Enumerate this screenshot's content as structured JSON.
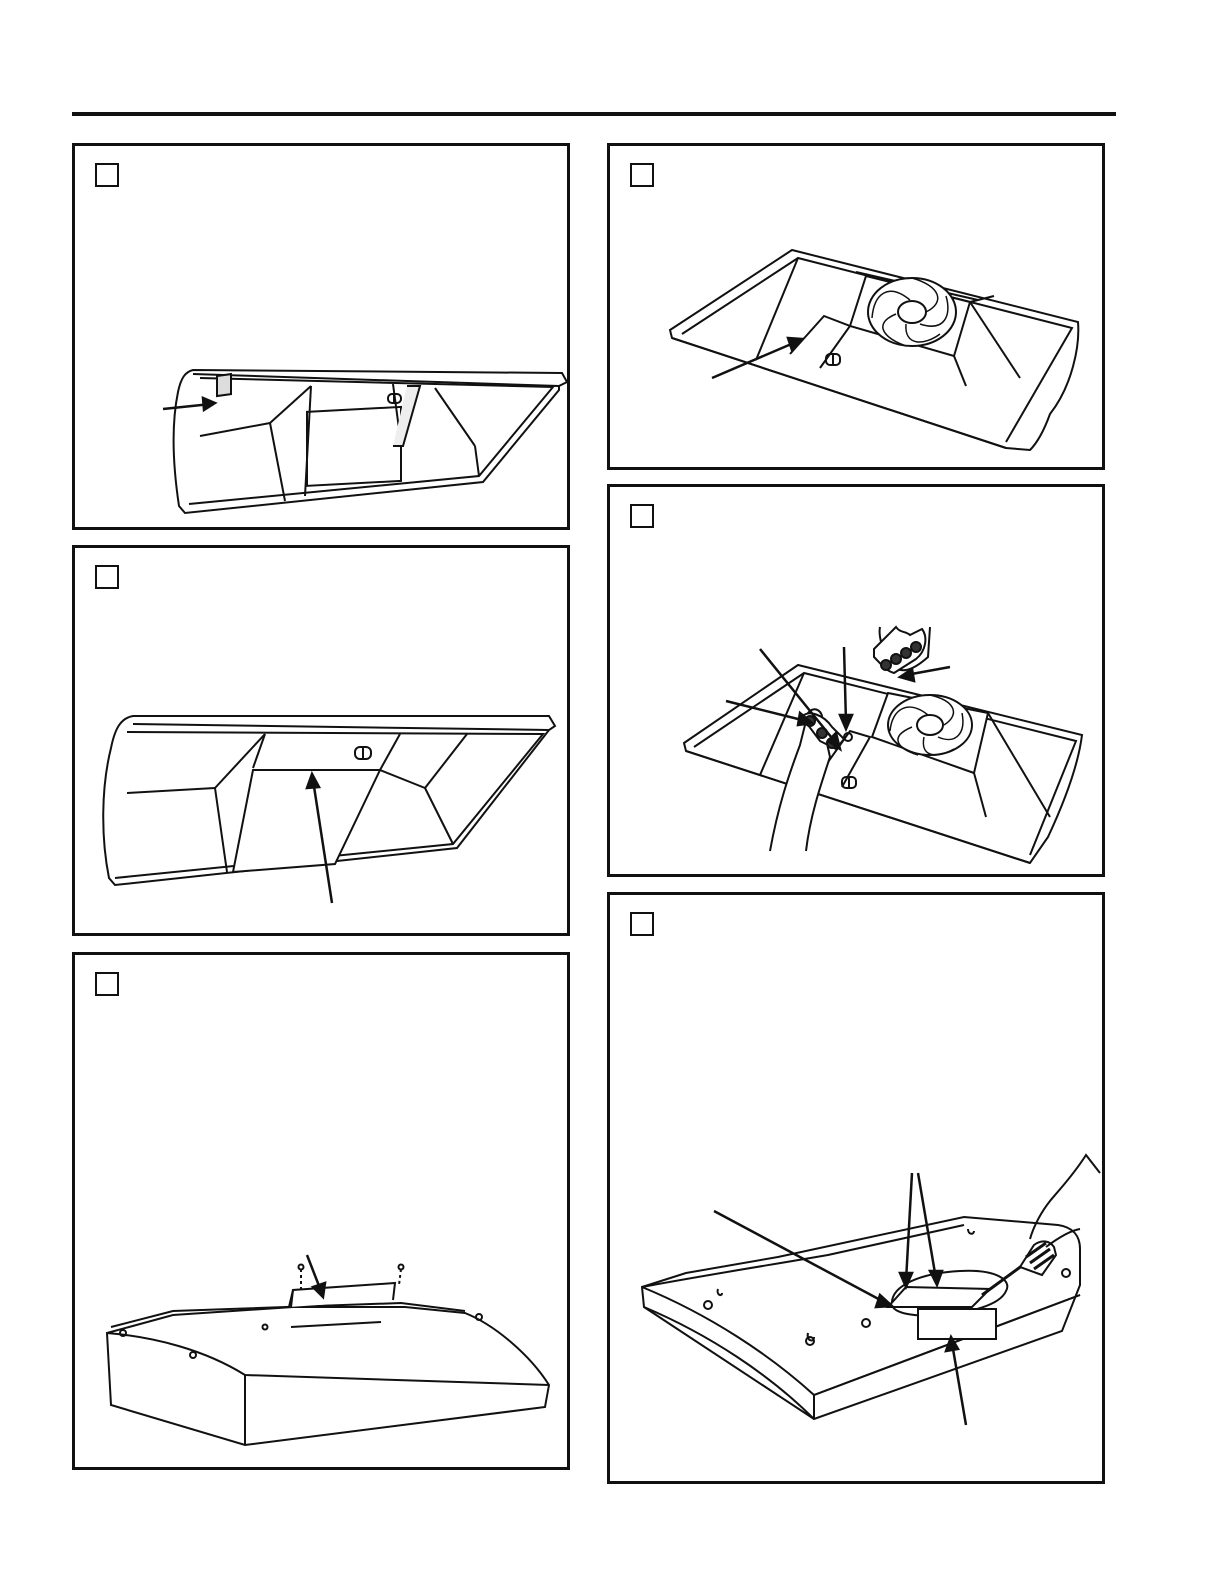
{
  "page": {
    "layout": "instruction-diagram-sheet"
  },
  "panels": [
    {
      "id": "left-1",
      "step_label": "",
      "figure": "hood-underside-with-damper-tab"
    },
    {
      "id": "left-2",
      "step_label": "",
      "figure": "hood-underside-with-cover-plate"
    },
    {
      "id": "left-3",
      "step_label": "",
      "figure": "hood-top-with-damper-screws"
    },
    {
      "id": "right-1",
      "step_label": "",
      "figure": "hood-underside-with-blower"
    },
    {
      "id": "right-2",
      "step_label": "",
      "figure": "hood-blower-wiring-connector"
    },
    {
      "id": "right-3",
      "step_label": "",
      "figure": "hood-top-knockout-with-screwdriver"
    }
  ],
  "colors": {
    "ink": "#111111",
    "paper": "#ffffff",
    "shade": "#e6e6e6"
  }
}
